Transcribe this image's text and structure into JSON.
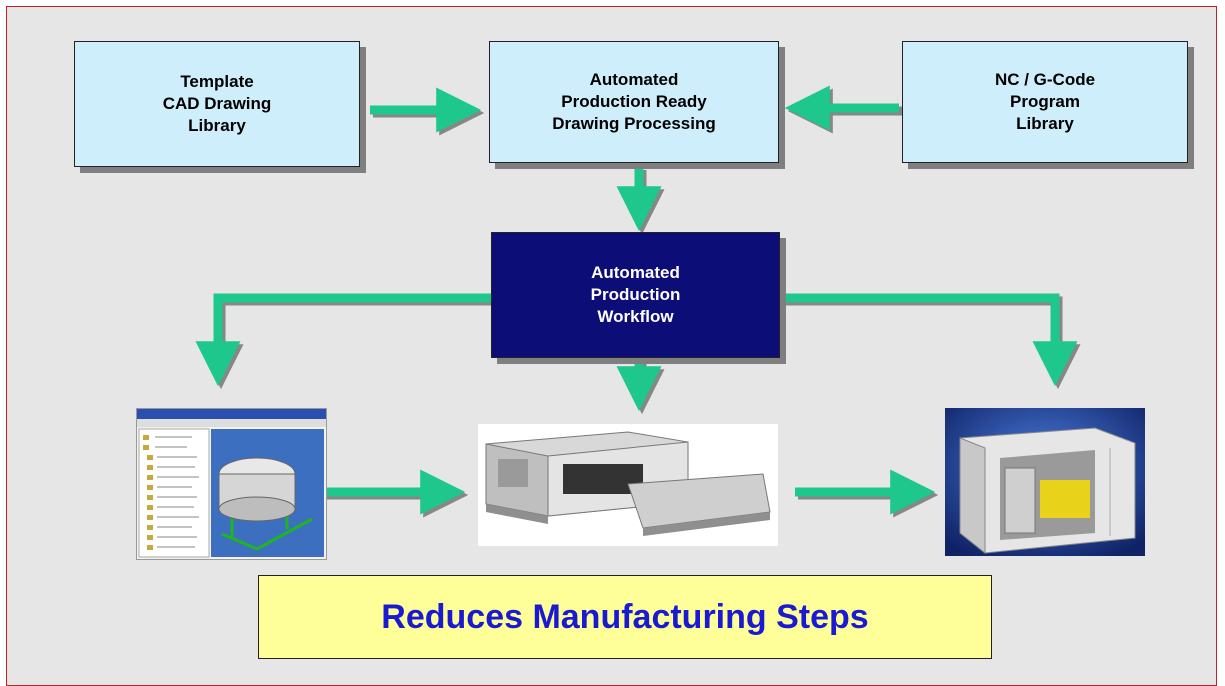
{
  "boxes": {
    "template_library": "Template\nCAD Drawing\nLibrary",
    "automated_processing": "Automated\nProduction Ready\nDrawing Processing",
    "nc_library": "NC / G-Code\nProgram\nLibrary",
    "workflow": "Automated\nProduction\nWorkflow"
  },
  "banner": "Reduces Manufacturing Steps",
  "colors": {
    "arrow": "#1ec78c",
    "box_light": "#cfeefb",
    "box_dark": "#0d0d78",
    "banner_bg": "#ffff99",
    "banner_text": "#1a1ad2",
    "frame_border": "#c81e1e"
  }
}
